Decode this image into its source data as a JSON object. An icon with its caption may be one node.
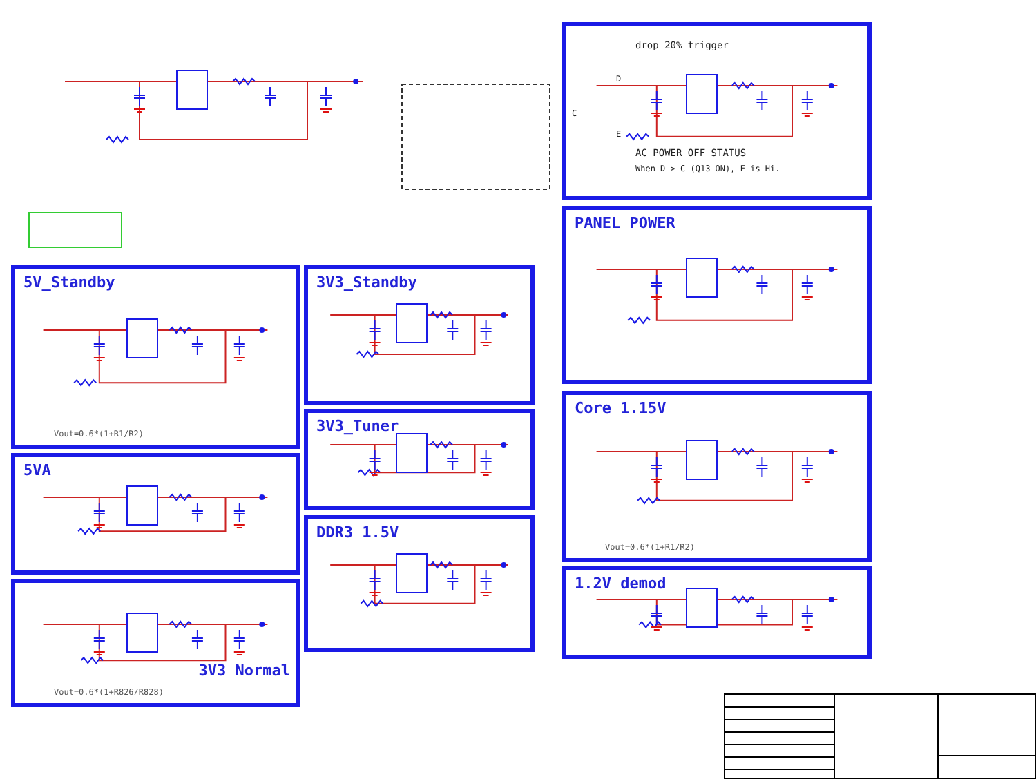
{
  "diagram": {
    "nodes": [
      {
        "text": [
          "drop 20% trigger",
          "AC POWER OFF STATUS",
          "When D > C (Q13 ON),  E is Hi."
        ]
      },
      {
        "text": [
          "PANEL POWER"
        ]
      },
      {
        "text": [
          "5V_Standby",
          "Vout=0.6*(1+R1/R2)"
        ]
      },
      {
        "text": [
          "3V3_Standby"
        ]
      },
      {
        "text": [
          "3V3_Tuner"
        ]
      },
      {
        "text": [
          "5VA"
        ]
      },
      {
        "text": [
          "DDR3 1.5V"
        ]
      },
      {
        "text": [
          "3V3 Normal",
          "Vout=0.6*(1+R826/R828)"
        ]
      },
      {
        "text": [
          "Core 1.15V",
          "Vout=0.6*(1+R1/R2)"
        ]
      },
      {
        "text": [
          "1.2V demod"
        ]
      }
    ],
    "labels": [
      "C",
      "D",
      "E"
    ]
  }
}
